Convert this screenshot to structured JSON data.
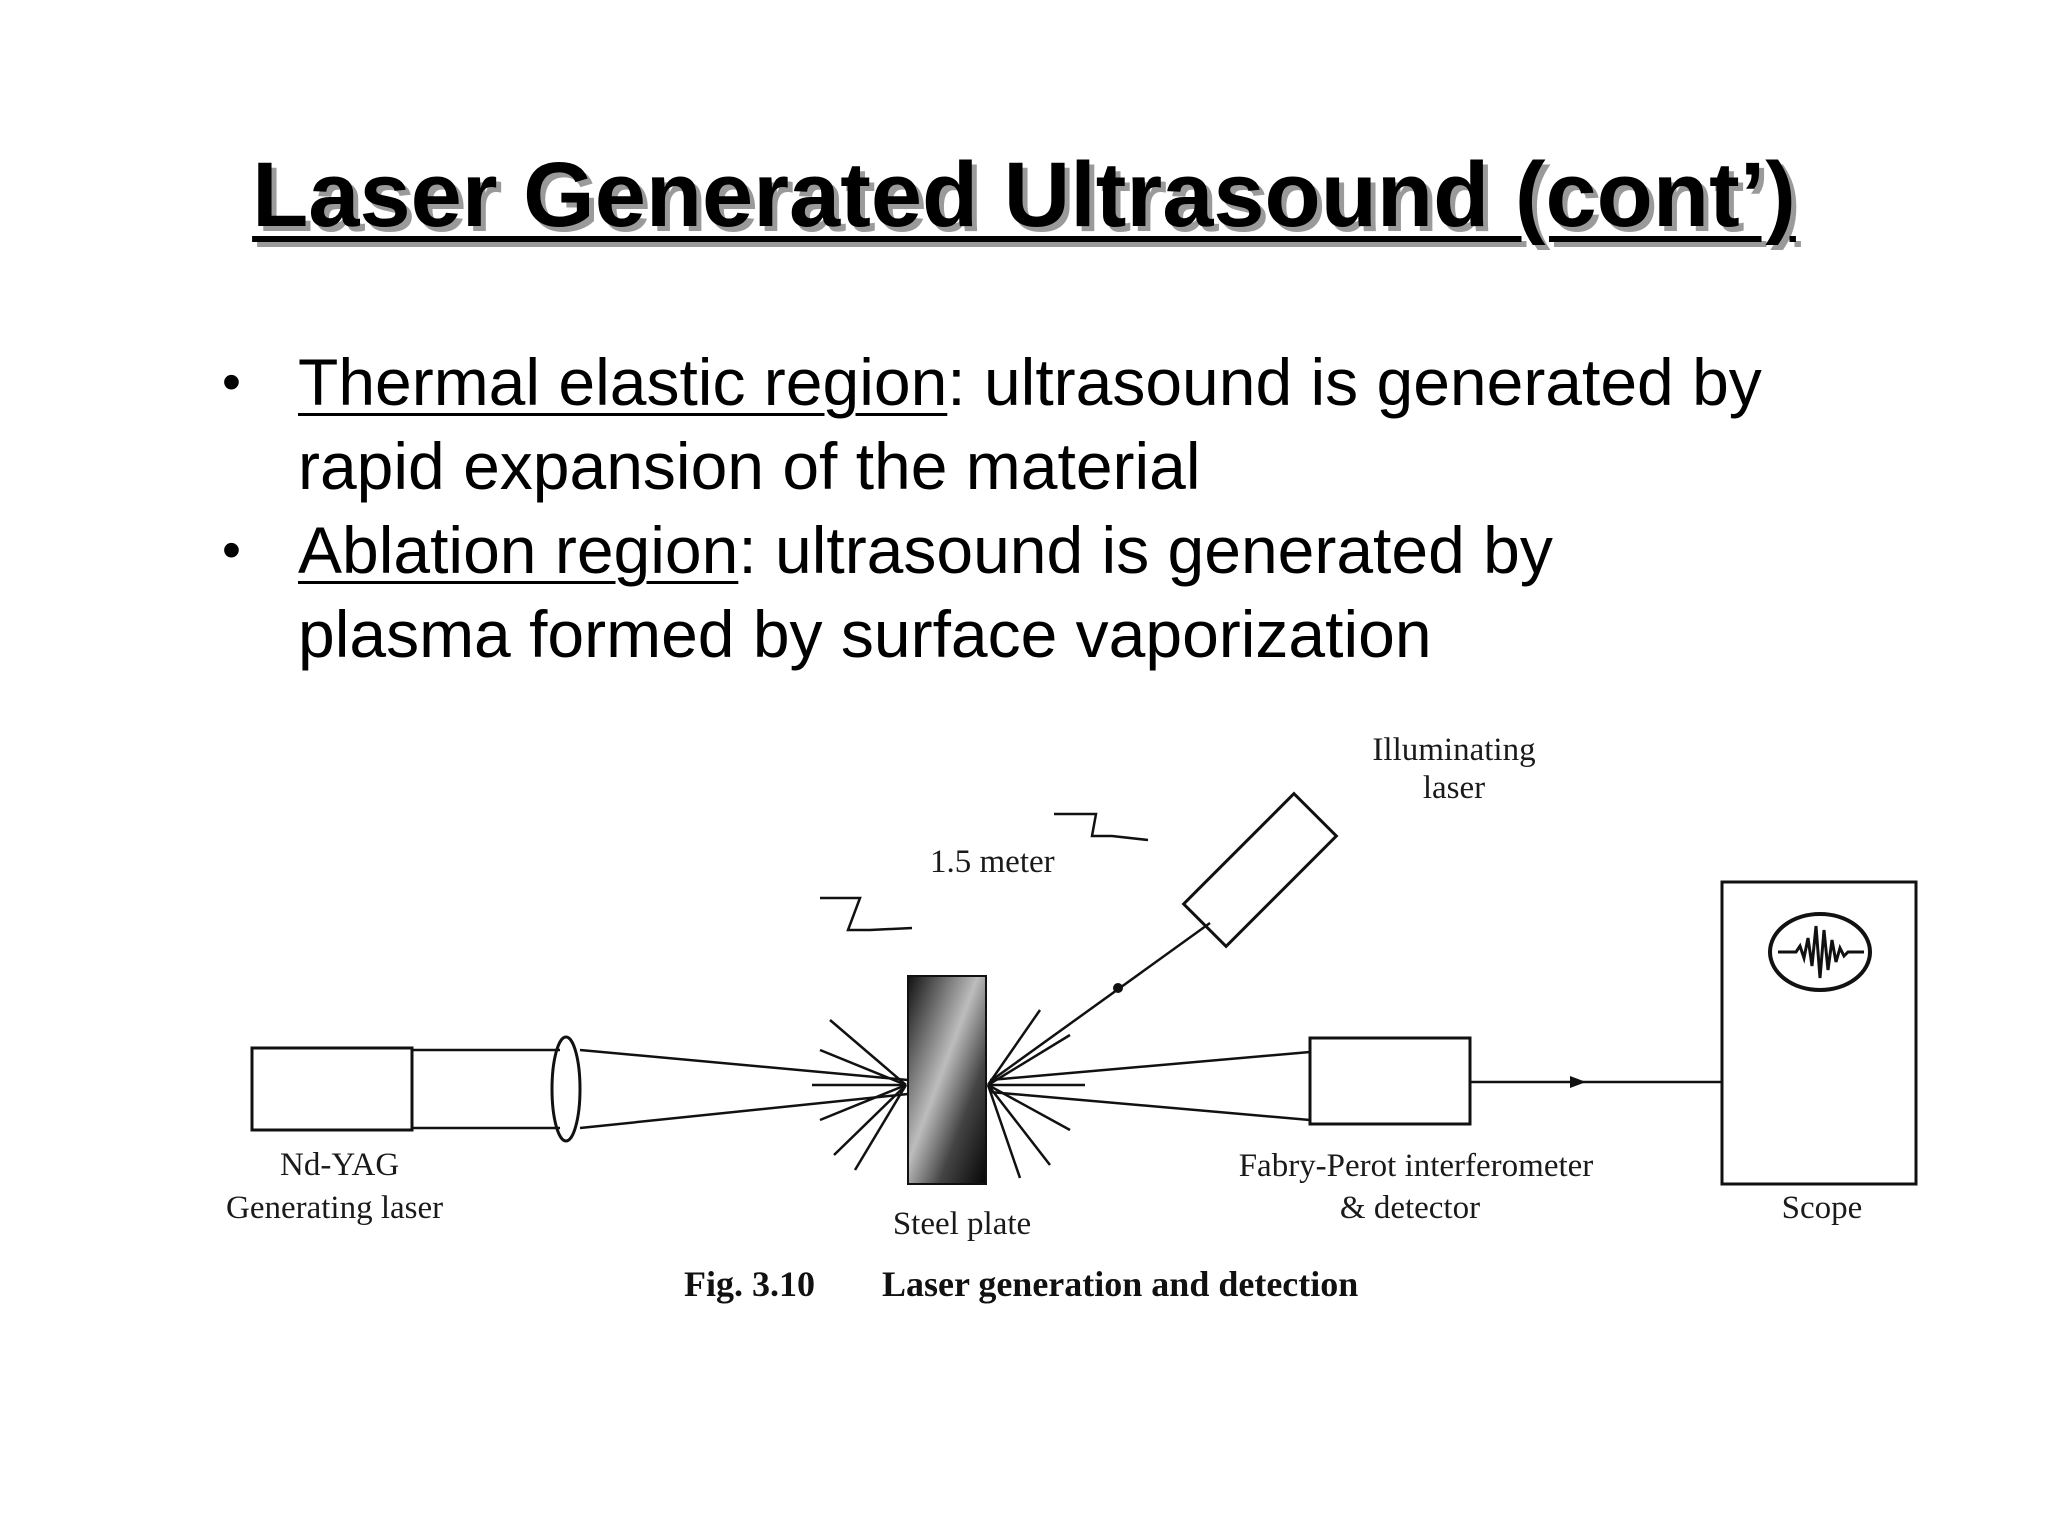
{
  "slide": {
    "title": "Laser Generated Ultrasound (cont’)",
    "bullets": [
      {
        "term": "Thermal elastic region",
        "text": ": ultrasound is generated by rapid expansion of the material"
      },
      {
        "term": "Ablation region",
        "text": ": ultrasound is generated by plasma formed by surface vaporization"
      }
    ]
  },
  "figure": {
    "labels": {
      "illuminating_line1": "Illuminating",
      "illuminating_line2": "laser",
      "distance": "1.5 meter",
      "ndyag": "Nd-YAG",
      "generating": "Generating laser",
      "steel_plate": "Steel plate",
      "fp_line1": "Fabry-Perot interferometer",
      "fp_line2": "& detector",
      "scope": "Scope"
    },
    "caption_number": "Fig. 3.10",
    "caption_text": "Laser generation and detection"
  }
}
